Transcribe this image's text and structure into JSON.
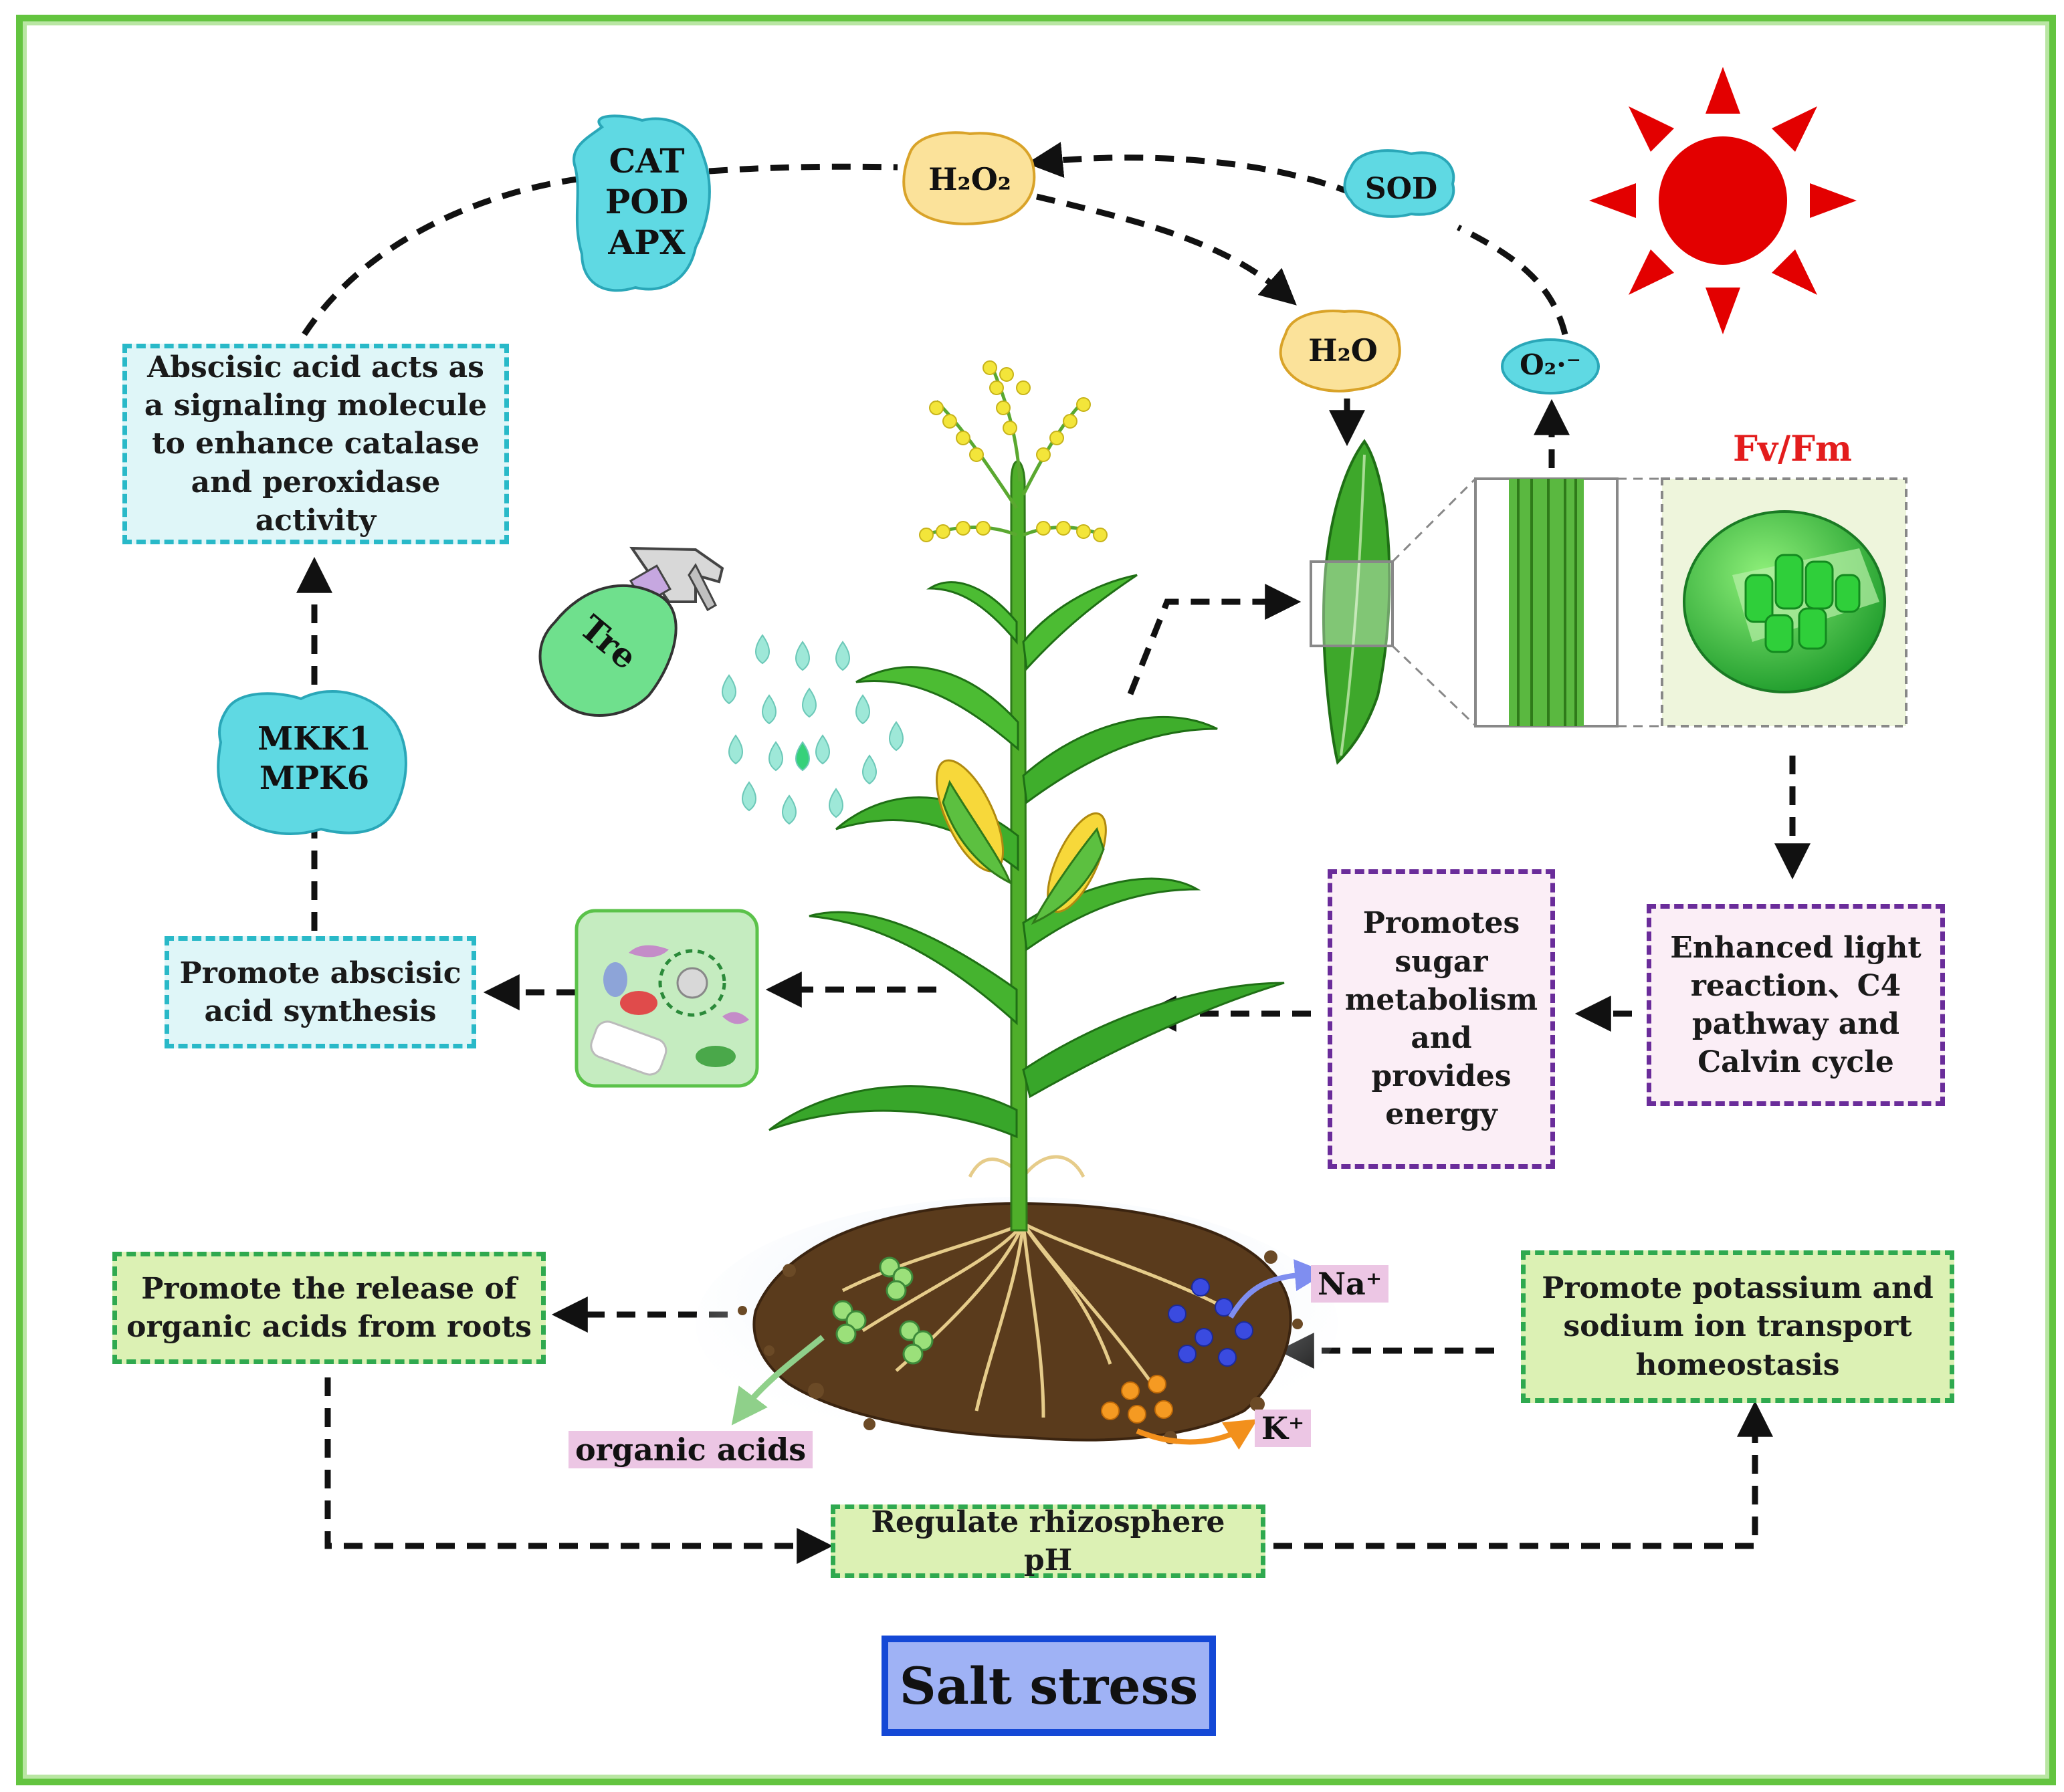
{
  "enzymes": {
    "cat_pod_apx": [
      "CAT",
      "POD",
      "APX"
    ],
    "h2o2": "H₂O₂",
    "sod": "SOD",
    "h2o": "H₂O",
    "superoxide": "O₂·⁻",
    "mkk1_mpk6": [
      "MKK1",
      "MPK6"
    ]
  },
  "labels": {
    "fv_fm": "Fv/Fm",
    "tre": "Tre",
    "na": "Na⁺",
    "k": "K⁺",
    "organic_acids": "organic acids"
  },
  "boxes": {
    "abscisic_signal": "Abscisic acid acts as a signaling molecule to enhance catalase and peroxidase activity",
    "abscisic_synthesis": "Promote abscisic acid synthesis",
    "sugar_metabolism": "Promotes sugar metabolism and provides energy",
    "enhanced_light": "Enhanced light reaction、C4 pathway and Calvin cycle",
    "organic_acids_release": "Promote the release of organic acids from roots",
    "potassium_sodium": "Promote potassium and sodium ion transport homeostasis",
    "rhizosphere_ph": "Regulate rhizosphere pH",
    "salt_stress": "Salt stress"
  },
  "colors": {
    "frame": "#63c43f",
    "cyan_border": "#29b9c8",
    "purple_border": "#6a2c9a",
    "green_border": "#2fa94f",
    "salt_border": "#1448d6",
    "sun": "#e30000",
    "fvfm": "#e31d1d"
  }
}
